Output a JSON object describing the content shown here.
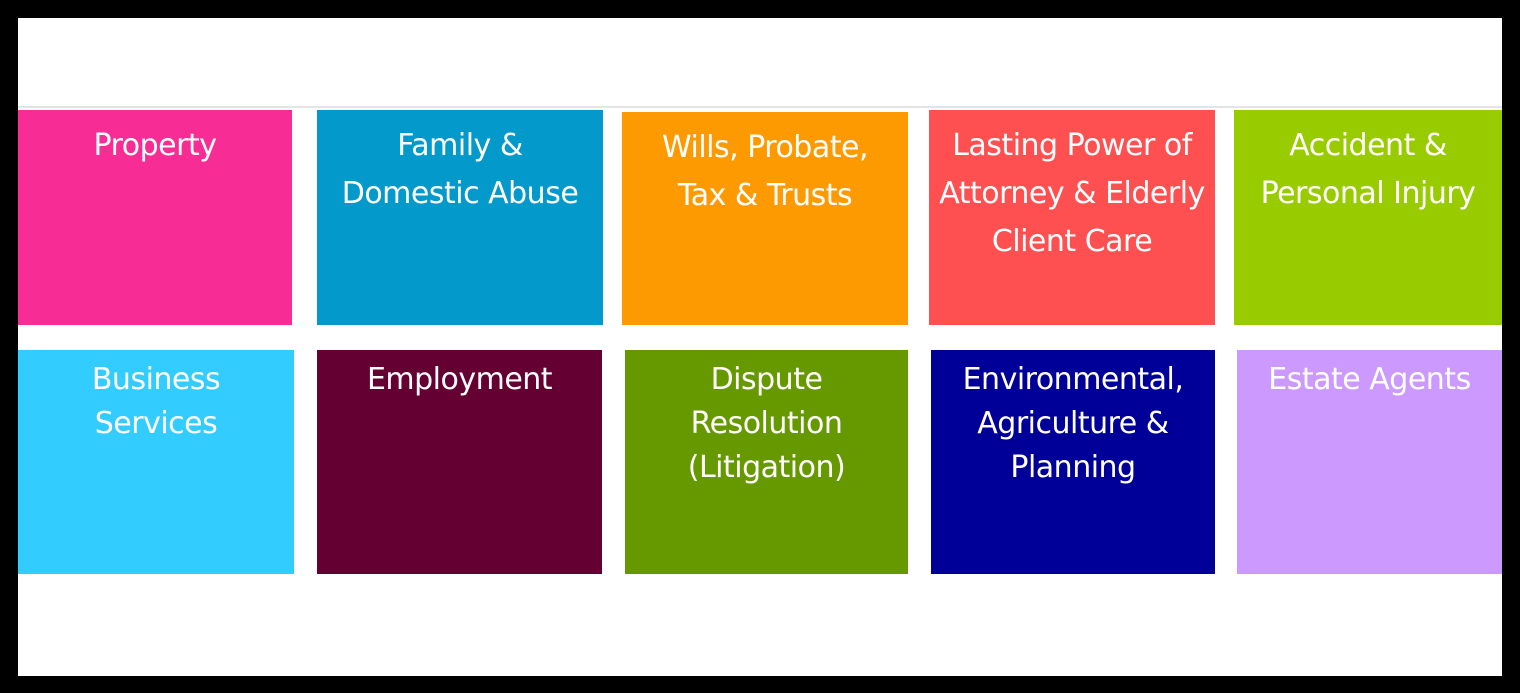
{
  "colors": {
    "frame": "#000000",
    "background": "#ffffff"
  },
  "tiles": [
    {
      "label": "Property",
      "color": "#f72c94"
    },
    {
      "label": "Family &\nDomestic Abuse",
      "color": "#0399cb"
    },
    {
      "label": "Wills, Probate,\nTax & Trusts",
      "color": "#fe9a01"
    },
    {
      "label": "Lasting Power of\nAttorney & Elderly\nClient Care",
      "color": "#fe5050"
    },
    {
      "label": "Accident &\nPersonal Injury",
      "color": "#99cc00"
    },
    {
      "label": "Business\nServices",
      "color": "#33ccfe"
    },
    {
      "label": "Employment",
      "color": "#650032"
    },
    {
      "label": "Dispute\nResolution\n(Litigation)",
      "color": "#669900"
    },
    {
      "label": "Environmental,\nAgriculture &\nPlanning",
      "color": "#000098"
    },
    {
      "label": "Estate Agents",
      "color": "#cc99ff"
    }
  ]
}
